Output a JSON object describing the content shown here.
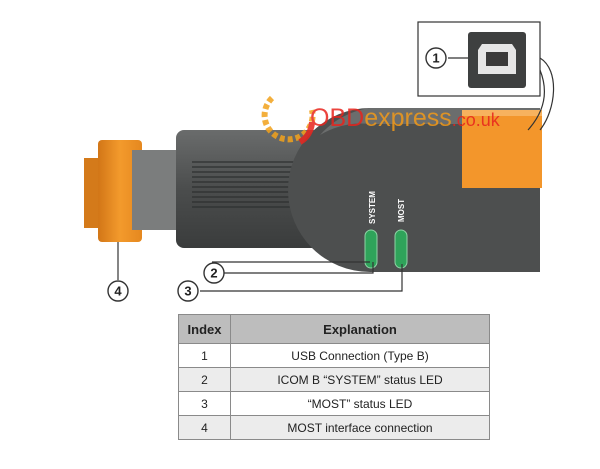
{
  "watermark": {
    "brand_red": "OBD",
    "brand_orange": "express",
    "domain": ".co.uk"
  },
  "callouts": [
    "1",
    "2",
    "3",
    "4"
  ],
  "led_labels": {
    "system": "SYSTEM",
    "most": "MOST"
  },
  "icons": {
    "usb_port": "usb-type-b-port-icon"
  },
  "colors": {
    "orange": "#f3962b",
    "body": "#4a4c4c",
    "led_green": "#2fa35a",
    "header_bg": "#bdbdbd"
  },
  "table": {
    "headers": [
      "Index",
      "Explanation"
    ],
    "rows": [
      {
        "index": "1",
        "explanation": "USB Connection (Type B)"
      },
      {
        "index": "2",
        "explanation": "ICOM B “SYSTEM” status LED"
      },
      {
        "index": "3",
        "explanation": "“MOST” status LED"
      },
      {
        "index": "4",
        "explanation": "MOST interface connection"
      }
    ]
  }
}
